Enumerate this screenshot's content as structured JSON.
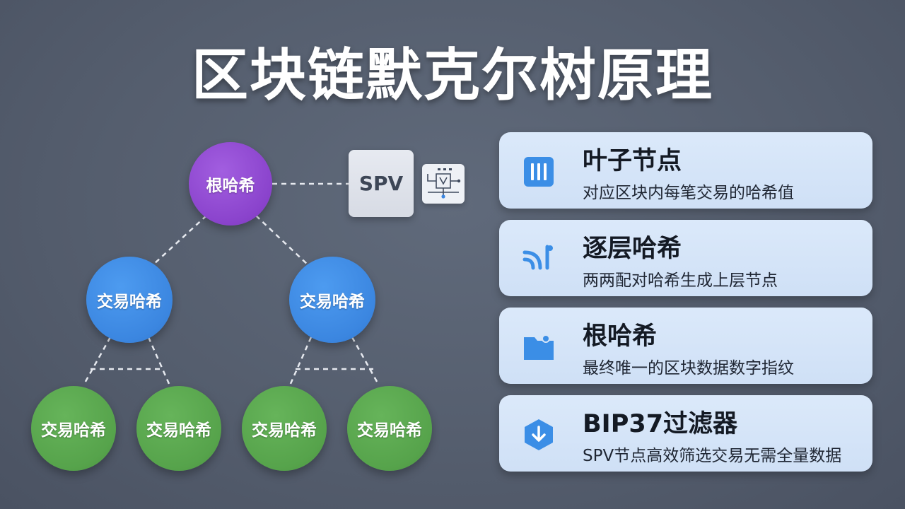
{
  "title": "区块链默克尔树原理",
  "colors": {
    "root": "#8a43cc",
    "intermediate": "#3b86e0",
    "leaf": "#56a34b",
    "card_bg": "#d5e5f8",
    "icon_blue": "#3b8ee6"
  },
  "tree": {
    "root": {
      "label": "根哈希"
    },
    "intermediate": [
      {
        "label": "交易哈希"
      },
      {
        "label": "交易哈希"
      }
    ],
    "leaves": [
      {
        "label": "交易哈希"
      },
      {
        "label": "交易哈希"
      },
      {
        "label": "交易哈希"
      },
      {
        "label": "交易哈希"
      }
    ],
    "spv": {
      "label": "SPV",
      "icon": "diagram-icon"
    }
  },
  "cards": [
    {
      "title": "叶子节点",
      "desc": "对应区块内每笔交易的哈希值",
      "icon": "columns-icon"
    },
    {
      "title": "逐层哈希",
      "desc": "两两配对哈希生成上层节点",
      "icon": "signal-icon"
    },
    {
      "title": "根哈希",
      "desc": "最终唯一的区块数据数字指纹",
      "icon": "folder-icon"
    },
    {
      "title": "BIP37过滤器",
      "desc": "SPV节点高效筛选交易无需全量数据",
      "icon": "shield-download-icon"
    }
  ]
}
